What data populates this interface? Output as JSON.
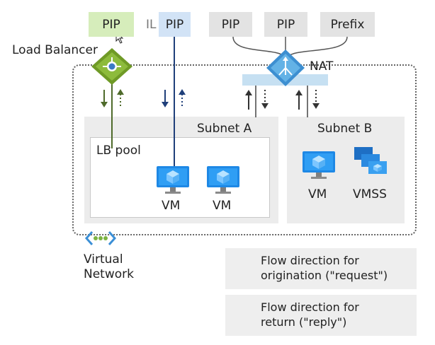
{
  "top": {
    "pip_lb": "PIP",
    "il_label": "IL",
    "pip_il": "PIP",
    "pip_nat_1": "PIP",
    "pip_nat_2": "PIP",
    "prefix": "Prefix"
  },
  "labels": {
    "load_balancer": "Load Balancer",
    "nat": "NAT",
    "subnet_a": "Subnet A",
    "subnet_b": "Subnet B",
    "lb_pool": "LB pool",
    "vm": "VM",
    "vmss": "VMSS",
    "virtual_network_line1": "Virtual",
    "virtual_network_line2": "Network"
  },
  "legend": {
    "request_line1": "Flow direction for",
    "request_line2": "origination (\"request\")",
    "reply_line1": "Flow direction for",
    "reply_line2": "return (\"reply\")"
  },
  "colors": {
    "pip_lb_fill": "#d6edbb",
    "pip_il_fill": "#d2e3f6",
    "pip_nat_fill": "#e3e3e3",
    "lb_green": "#6f9a26",
    "lb_line": "#4f6b2b",
    "il_line": "#1f3f7a",
    "nat_blue": "#4aa0d8",
    "nat_bar": "#c6e0f2",
    "vm_blue": "#1e88e5",
    "subnet_fill": "#ececec",
    "legend_fill": "#eeeeee"
  },
  "icons": {
    "load_balancer": "load-balancer-icon",
    "nat": "nat-gateway-icon",
    "vm": "virtual-machine-icon",
    "vmss": "vm-scale-set-icon",
    "vnet": "virtual-network-icon",
    "cursor": "mouse-cursor-icon"
  }
}
